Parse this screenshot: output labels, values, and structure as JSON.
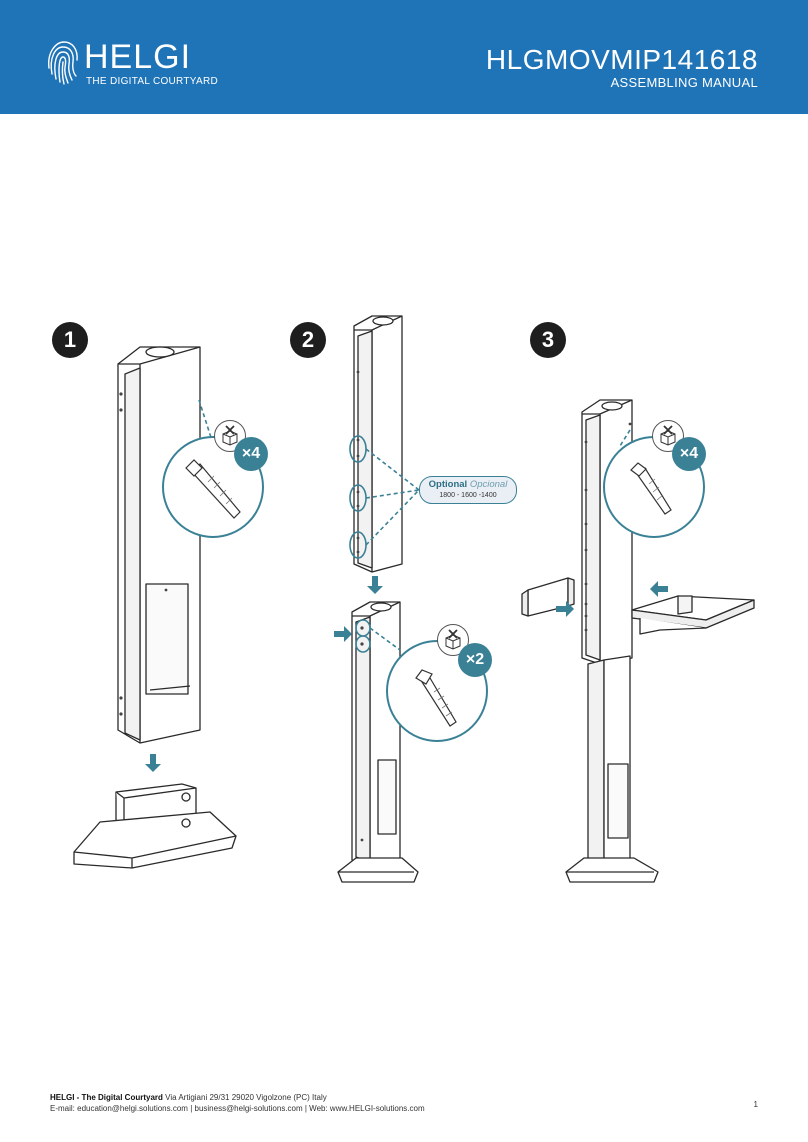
{
  "header": {
    "brand_name": "HELGI",
    "brand_tagline": "THE DIGITAL COURTYARD",
    "model_code": "HLGMOVMIP141618",
    "manual_title": "ASSEMBLING MANUAL",
    "background_color": "#1f73b7"
  },
  "steps": [
    {
      "number": "1",
      "quantity": "×4"
    },
    {
      "number": "2",
      "quantity": "×2"
    },
    {
      "number": "3",
      "quantity": "×4"
    }
  ],
  "optional_note": {
    "label_en": "Optional",
    "label_es": "Opcional",
    "sizes": "1800 - 1600 -1400"
  },
  "footer": {
    "company": "HELGI - The Digital Courtyard",
    "address": " Via Artigiani 29/31 29020 Vigolzone (PC) Italy",
    "contacts": "E-mail: education@helgi.solutions.com | business@helgi-solutions.com | Web: www.HELGI-solutions.com",
    "page_number": "1"
  },
  "accent_color": "#3a8196",
  "icons": [
    "fingerprint-logo-icon",
    "bolt-icon",
    "box-icon",
    "arrow-icon"
  ]
}
